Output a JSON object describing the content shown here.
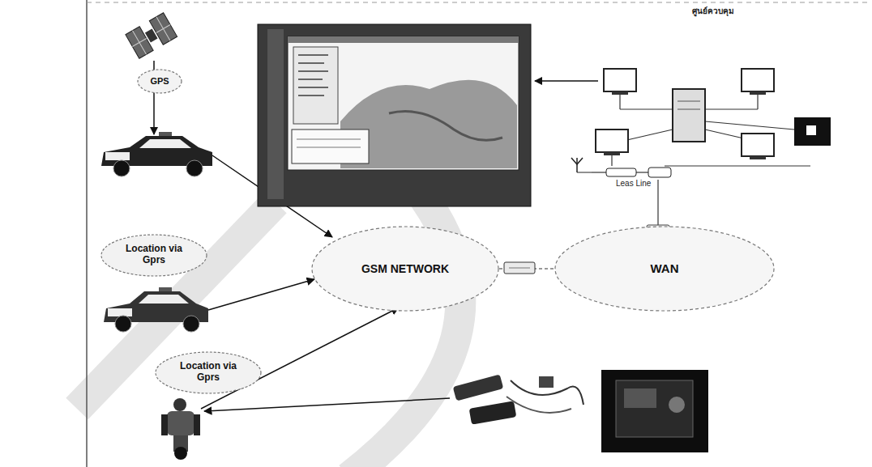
{
  "diagram": {
    "nodes": [
      {
        "text": [
          "GPS"
        ]
      },
      {
        "text": [
          "Location via Gprs"
        ]
      },
      {
        "text": [
          "GSM NETWORK"
        ]
      },
      {
        "text": [
          "WAN"
        ]
      },
      {
        "text": [
          "Location via Gprs"
        ]
      }
    ],
    "edges": [
      {
        "from": 2,
        "to": 3,
        "arrow": "none"
      }
    ],
    "labels": [
      "ศูนย์ควบคุม",
      "Leas Line"
    ]
  }
}
